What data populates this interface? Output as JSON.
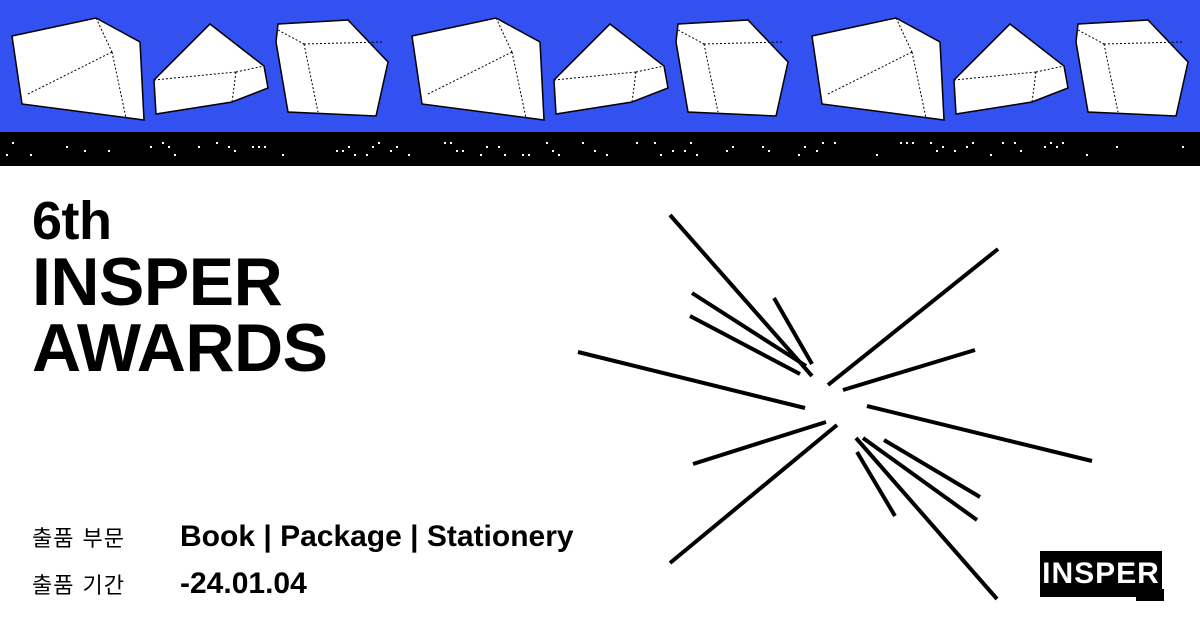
{
  "title": {
    "edition": "6th",
    "line1": "INSPER",
    "line2": "AWARDS"
  },
  "info": {
    "category_label": "출품 부문",
    "category_value": "Book | Package | Stationery",
    "period_label": "출품 기간",
    "period_value": "-24.01.04"
  },
  "logo": {
    "text": "INSPER"
  },
  "colors": {
    "banner_blue": "#3350f0",
    "black": "#000000",
    "white": "#ffffff"
  }
}
